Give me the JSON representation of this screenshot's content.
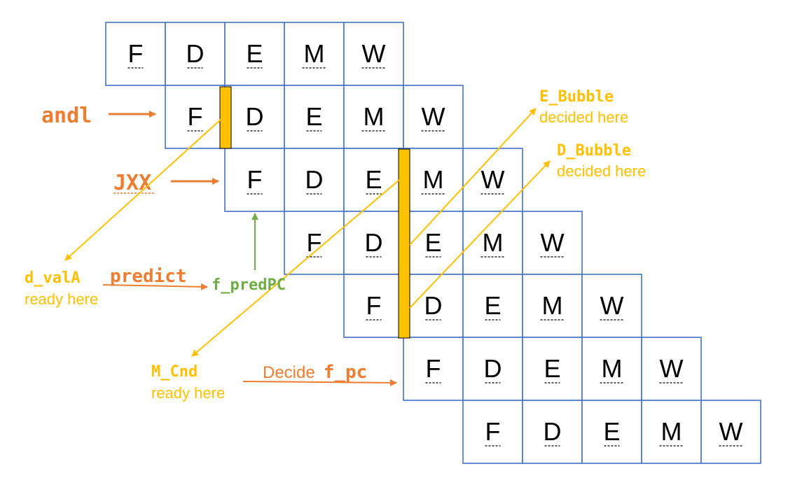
{
  "stages": [
    "F",
    "D",
    "E",
    "M",
    "W"
  ],
  "colors": {
    "grid": "#4472c4",
    "stall": "#ffc000",
    "orange": "#ed7d31",
    "green": "#70ad47",
    "text": "#000000"
  },
  "labels": {
    "andl": "andl",
    "jxx": "JXX",
    "e_bubble": "E_Bubble",
    "e_bubble_sub": "decided here",
    "d_bubble": "D_Bubble",
    "d_bubble_sub": "decided here",
    "d_vala": "d_valA",
    "d_vala_sub": "ready here",
    "predict": "predict",
    "f_predpc": "f_predPC",
    "m_cnd": "M_Cnd",
    "m_cnd_sub": "ready here",
    "decide_word": "Decide",
    "decide_reg": "f_pc"
  }
}
